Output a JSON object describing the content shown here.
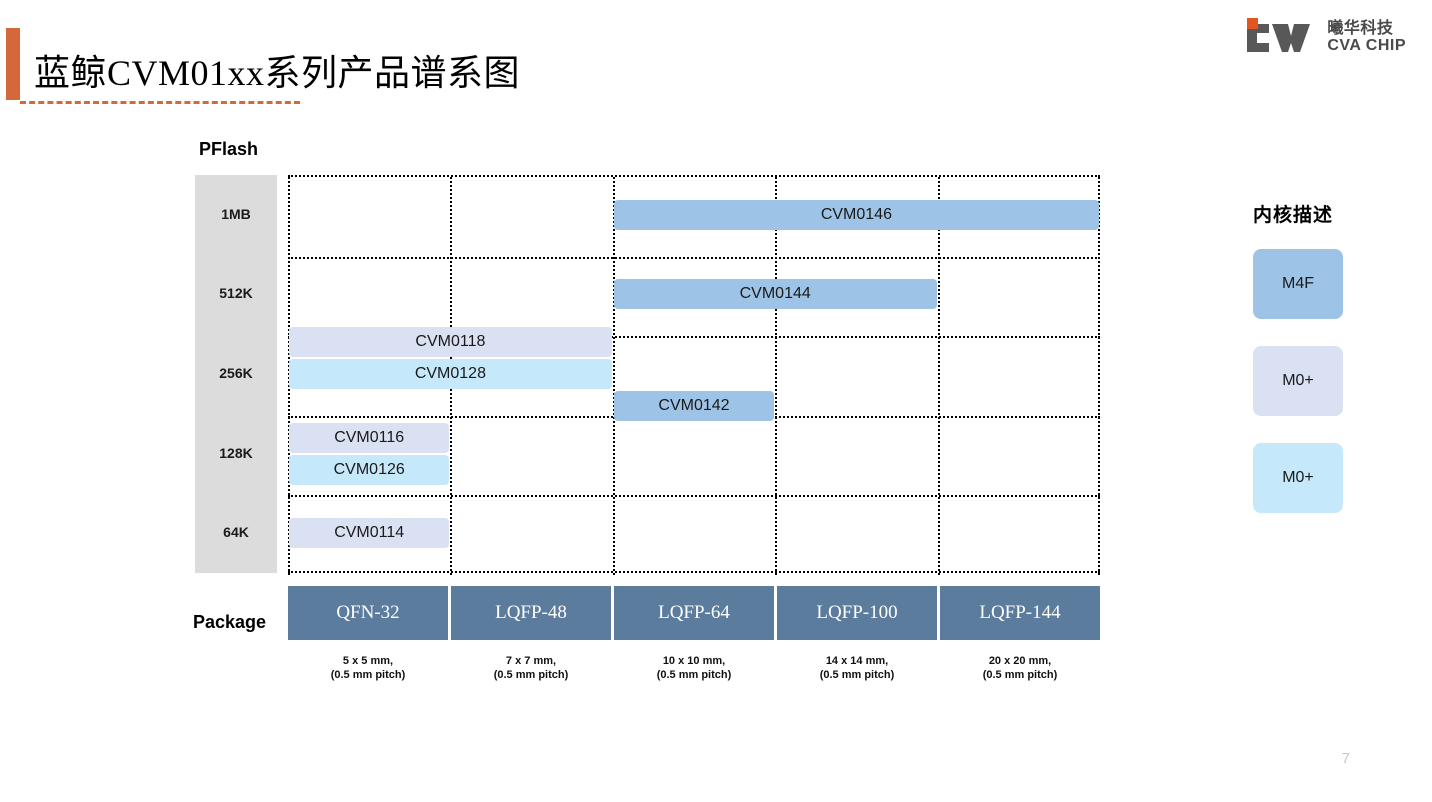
{
  "header": {
    "title": "蓝鲸CVM01xx系列产品谱系图",
    "accent_color": "#D4683A",
    "logo": {
      "mark_text": "CVA",
      "cn_name": "曦华科技",
      "en_name": "CVA CHIP",
      "square_color": "#E2561F",
      "mark_color": "#585858"
    }
  },
  "axes": {
    "y_title": "PFlash",
    "x_title": "Package"
  },
  "legend": {
    "title": "内核描述",
    "items": [
      {
        "label": "M4F",
        "color": "#9DC3E6"
      },
      {
        "label": "M0+",
        "color": "#DAE1F3"
      },
      {
        "label": "M0+",
        "color": "#C5E9FB"
      }
    ]
  },
  "footer": {
    "page_number": "7"
  },
  "chart_data": {
    "type": "bar",
    "title": "蓝鲸CVM01xx系列产品谱系图",
    "xlabel": "Package",
    "ylabel": "PFlash",
    "grid": true,
    "legend_position": "right",
    "y_categories": [
      "1MB",
      "512K",
      "256K",
      "128K",
      "64K"
    ],
    "x_categories": [
      "QFN-32",
      "LQFP-48",
      "LQFP-64",
      "LQFP-100",
      "LQFP-144"
    ],
    "x_sublabels": [
      "5 x 5 mm,\n(0.5 mm pitch)",
      "7 x 7 mm,\n(0.5 mm pitch)",
      "10 x 10 mm,\n(0.5 mm pitch)",
      "14 x 14 mm,\n(0.5 mm pitch)",
      "20 x 20 mm,\n(0.5 mm pitch)"
    ],
    "x_sublabels_line1": [
      "5 x 5 mm,",
      "7 x 7 mm,",
      "10 x 10 mm,",
      "14 x 14 mm,",
      "20 x 20 mm,"
    ],
    "x_sublabels_line2": [
      "(0.5 mm pitch)",
      "(0.5 mm pitch)",
      "(0.5 mm pitch)",
      "(0.5 mm pitch)",
      "(0.5 mm pitch)"
    ],
    "series": [
      {
        "name": "CVM0146",
        "core": "M4F",
        "color": "#9DC3E6",
        "flash": "1MB",
        "row": "1MB",
        "package_from": "LQFP-64",
        "package_to": "LQFP-144",
        "col_start": 2,
        "col_end": 4
      },
      {
        "name": "CVM0144",
        "core": "M4F",
        "color": "#9DC3E6",
        "flash": "512K",
        "row": "512K",
        "package_from": "LQFP-64",
        "package_to": "LQFP-100",
        "col_start": 2,
        "col_end": 3
      },
      {
        "name": "CVM0118",
        "core": "M0+",
        "color": "#DAE1F3",
        "flash": "256K",
        "row": "256K",
        "package_from": "QFN-32",
        "package_to": "LQFP-48",
        "col_start": 0,
        "col_end": 1
      },
      {
        "name": "CVM0128",
        "core": "M0+",
        "color": "#C5E9FB",
        "flash": "256K",
        "row": "256K",
        "package_from": "QFN-32",
        "package_to": "LQFP-48",
        "col_start": 0,
        "col_end": 1
      },
      {
        "name": "CVM0142",
        "core": "M4F",
        "color": "#9DC3E6",
        "flash": "256K",
        "row": "256K",
        "package_from": "LQFP-64",
        "package_to": "LQFP-64",
        "col_start": 2,
        "col_end": 2
      },
      {
        "name": "CVM0116",
        "core": "M0+",
        "color": "#DAE1F3",
        "flash": "128K",
        "row": "128K",
        "package_from": "QFN-32",
        "package_to": "QFN-32",
        "col_start": 0,
        "col_end": 0
      },
      {
        "name": "CVM0126",
        "core": "M0+",
        "color": "#C5E9FB",
        "flash": "128K",
        "row": "128K",
        "package_from": "QFN-32",
        "package_to": "QFN-32",
        "col_start": 0,
        "col_end": 0
      },
      {
        "name": "CVM0114",
        "core": "M0+",
        "color": "#DAE1F3",
        "flash": "64K",
        "row": "64K",
        "package_from": "QFN-32",
        "package_to": "QFN-32",
        "col_start": 0,
        "col_end": 0
      }
    ]
  }
}
